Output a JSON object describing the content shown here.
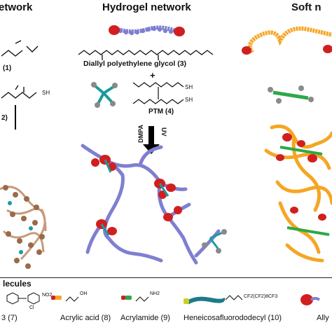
{
  "headers": {
    "left": "etwork",
    "middle": "Hydrogel network",
    "right": "Soft n"
  },
  "labels": {
    "compound_1": "(1)",
    "compound_2": "2)",
    "uv_left": "UV",
    "diallyl_peg": "Diallyl polyethylene glycol (3)",
    "plus": "+",
    "ptm": "PTM (4)",
    "dmpa": "DMPA",
    "uv_mid": "UV",
    "sh_left": "SH",
    "sh_ptm_1": "SH",
    "sh_ptm_2": "SH"
  },
  "molecules_section": {
    "title": "lecules",
    "items": [
      {
        "name": "3 (7)"
      },
      {
        "name": "Acrylic acid (8)"
      },
      {
        "name": "Acrylamide (9)"
      },
      {
        "name": "Heneicosafluorododecyl (10)"
      },
      {
        "name": "Ally"
      }
    ],
    "formula_oh": "OH",
    "formula_nh2": "NH2",
    "formula_no2": "NO2",
    "formula_cl": "Cl",
    "formula_fluoro": "CF2(CF2)8CF3"
  },
  "colors": {
    "bead_blue": "#7f7fd1",
    "bead_orange": "#f5a623",
    "crosslinker_red": "#d11f1f",
    "crosslinker_teal": "#1a9aa0",
    "crosslinker_grey": "#8a8a8a",
    "green": "#2ea84a",
    "brown": "#9a6b4a"
  }
}
